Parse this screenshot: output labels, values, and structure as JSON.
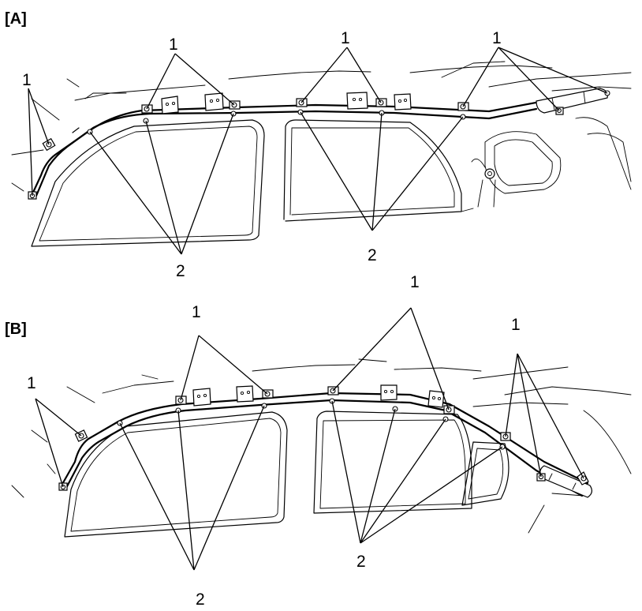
{
  "panels": [
    {
      "id": "A",
      "label": "[A]"
    },
    {
      "id": "B",
      "label": "[B]"
    }
  ],
  "callouts": {
    "part_1": "1",
    "part_2": "2"
  }
}
